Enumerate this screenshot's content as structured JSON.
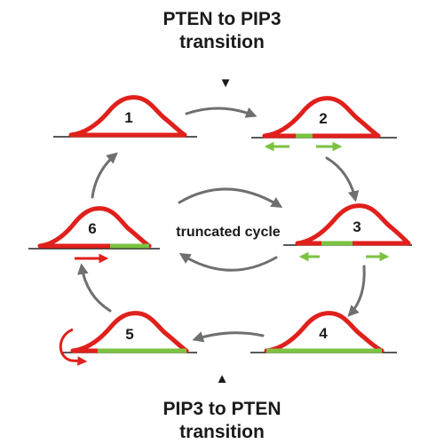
{
  "top_caption": {
    "line1": "PTEN to PIP3",
    "line2": "transition",
    "marker": "▼"
  },
  "bottom_caption": {
    "marker": "▲",
    "line1": "PIP3 to PTEN",
    "line2": "transition"
  },
  "center_label": "truncated cycle",
  "cells": [
    {
      "id": "1",
      "label": "1"
    },
    {
      "id": "2",
      "label": "2"
    },
    {
      "id": "3",
      "label": "3"
    },
    {
      "id": "4",
      "label": "4"
    },
    {
      "id": "5",
      "label": "5"
    },
    {
      "id": "6",
      "label": "6"
    }
  ],
  "colors": {
    "membrane_red": "#e0201c",
    "pip3_green": "#7cc242",
    "arrow_gray": "#6d6f71",
    "line": "#222222"
  }
}
